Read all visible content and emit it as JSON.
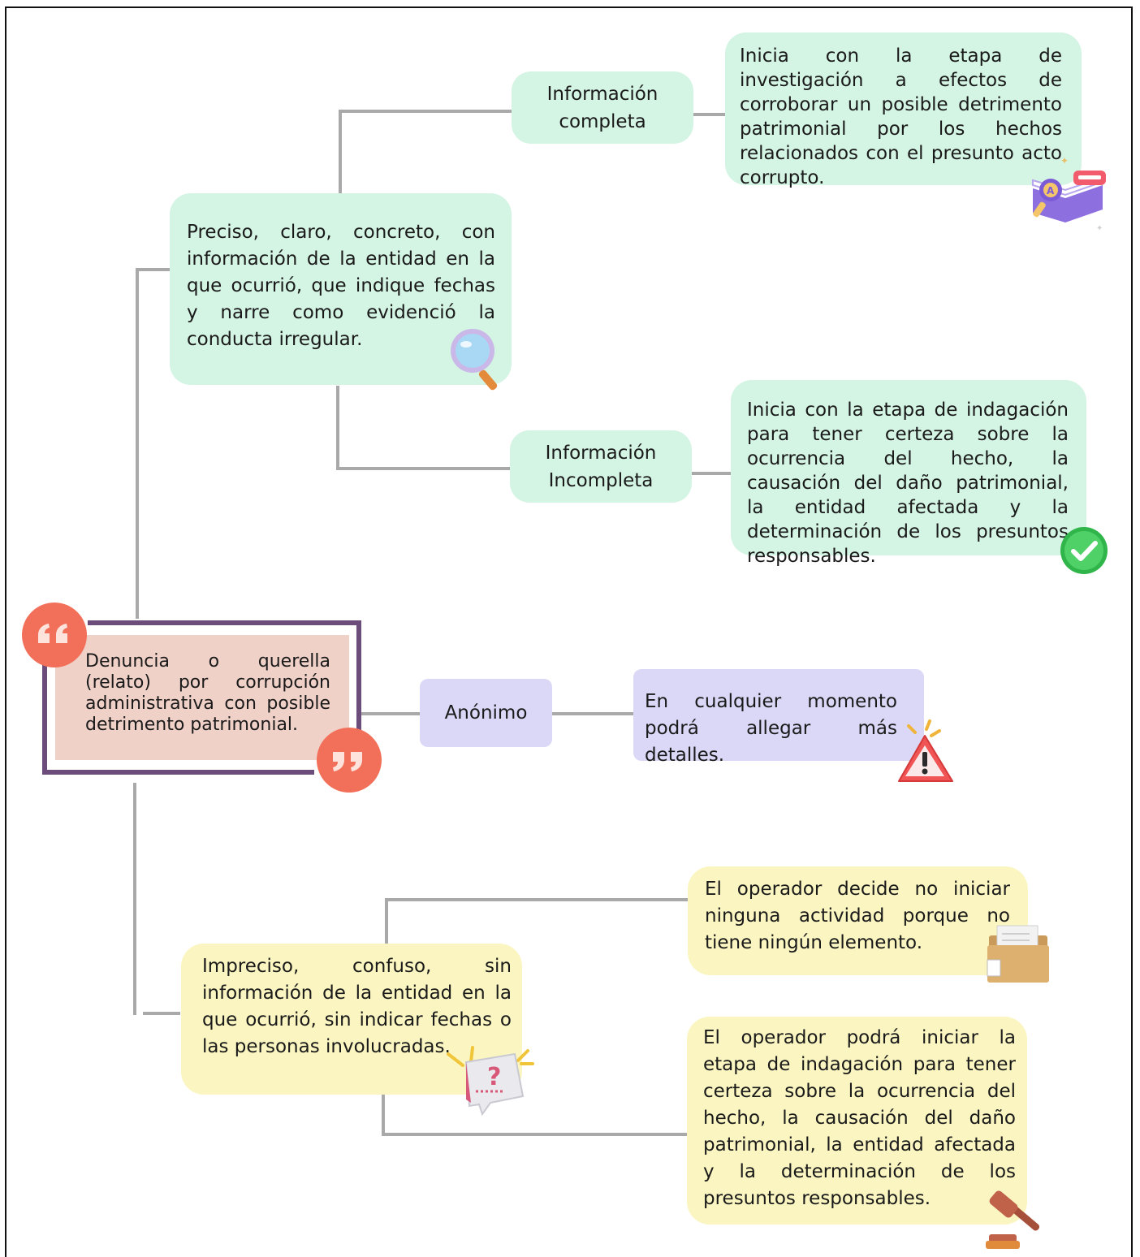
{
  "root": "Denuncia o querella (relato) por corrupción administrativa con posible detrimento patrimonial.",
  "preciso": "Preciso, claro, concreto, con información de la entidad en la que ocurrió, que indique fechas y narre como evidenció la conducta irregular.",
  "info_completa": "Información completa",
  "info_completa_desc": "Inicia con la etapa de investigación a efectos de corroborar un posible detrimento patrimonial por los hechos relacionados con el presunto acto corrupto.",
  "info_incompleta": "Información Incompleta",
  "info_incompleta_desc": "Inicia con la etapa de indagación para tener certeza sobre la ocurrencia del hecho, la causación del daño patrimonial, la entidad afectada y la determinación de los presuntos responsables.",
  "anonimo": "Anónimo",
  "anonimo_desc": "En cualquier momento podrá allegar más detalles.",
  "impreciso": "Impreciso, confuso, sin información de la entidad en la que ocurrió, sin indicar fechas o las personas involucradas.",
  "operador_no": "El operador decide no iniciar ninguna actividad porque no tiene ningún elemento.",
  "operador_si": "El operador podrá iniciar la etapa de indagación para tener certeza sobre la ocurrencia del hecho, la causación del daño patrimonial, la entidad afectada y la determinación de los presuntos responsables.",
  "colors": {
    "green": "#d4f4e4",
    "yellow": "#fbf6c1",
    "purple": "#dad8f6",
    "root": "#f0d1c8",
    "frame": "#6b4c7a",
    "quote": "#f2705a",
    "connector": "#a9a9a9"
  }
}
